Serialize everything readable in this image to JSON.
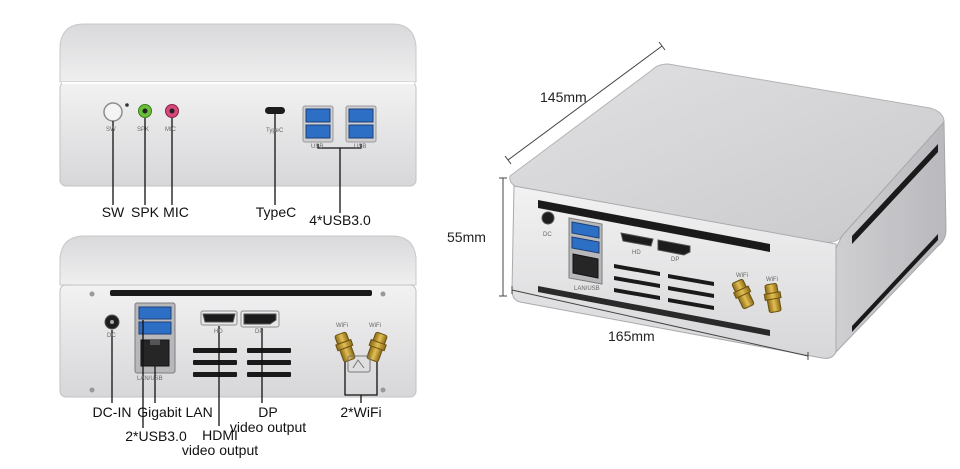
{
  "front_view": {
    "callouts": {
      "sw": "SW",
      "spk": "SPK",
      "mic": "MIC",
      "typec": "TypeC",
      "usb30": "4*USB3.0"
    },
    "silkscreen": {
      "sw": "SW",
      "spk": "SPK",
      "mic": "MIC",
      "typec": "TypeC",
      "usb_a": "USB",
      "usb_b": "USB"
    }
  },
  "rear_view": {
    "callouts": {
      "dcin": "DC-IN",
      "gigabit_lan": "Gigabit LAN",
      "usb30": "2*USB3.0",
      "hdmi_line1": "HDMI",
      "hdmi_line2": "video output",
      "dp_line1": "DP",
      "dp_line2": "video output",
      "wifi": "2*WiFi"
    },
    "silkscreen": {
      "dc": "DC",
      "lan_usb": "LAN/USB",
      "hd": "HD",
      "dp": "DP",
      "wifi_left": "WiFi",
      "wifi_right": "WiFi"
    }
  },
  "iso_view": {
    "dimensions": {
      "depth": "145mm",
      "height": "55mm",
      "width": "165mm"
    },
    "silkscreen": {
      "dc": "DC",
      "lan_usb": "LAN/USB",
      "hd": "HD",
      "dp": "DP",
      "wifi_left": "WiFi",
      "wifi_right": "WiFi"
    }
  },
  "colors": {
    "chassis": "#dcdcde",
    "chassis_top": "#e8e8ea",
    "port_usb": "#2d6fc4",
    "audio_green": "#6abf3a",
    "audio_pink": "#d6487a",
    "antenna_gold": "#c9a032",
    "vent": "#1a1a1a"
  }
}
